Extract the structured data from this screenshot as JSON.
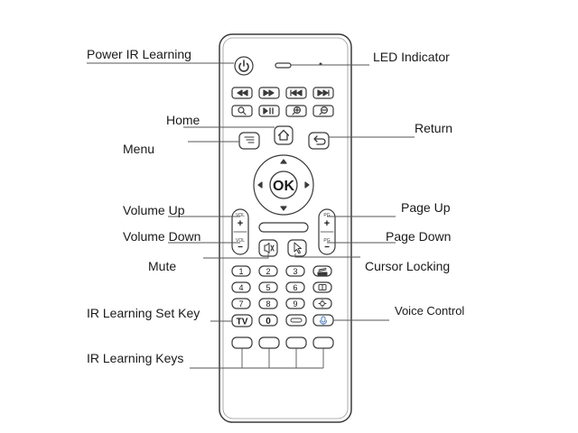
{
  "callouts": {
    "power_ir_learning": "Power IR Learning",
    "led_indicator": "LED Indicator",
    "home": "Home",
    "return": "Return",
    "menu": "Menu",
    "volume_up": "Volume Up",
    "page_up": "Page Up",
    "volume_down": "Volume Down",
    "page_down": "Page Down",
    "mute": "Mute",
    "cursor_locking": "Cursor Locking",
    "ir_learning_set_key": "IR Learning Set Key",
    "voice_control": "Voice Control",
    "ir_learning_keys": "IR Learning Keys"
  },
  "remote": {
    "ok_label": "OK",
    "vol_label": "VOL",
    "pg_label": "PG",
    "plus_sign": "+",
    "minus_sign": "−",
    "tv_label": "TV",
    "digits": [
      "1",
      "2",
      "3",
      "4",
      "5",
      "6",
      "7",
      "8",
      "9",
      "0"
    ]
  },
  "icons": {
    "power": "power-icon",
    "rewind": "rewind-icon",
    "fast_forward": "fast-forward-icon",
    "previous": "previous-track-icon",
    "next": "next-track-icon",
    "search": "search-icon",
    "play_pause": "play-pause-icon",
    "zoom_in": "zoom-in-icon",
    "zoom_out": "zoom-out-icon",
    "home": "home-icon",
    "menu": "menu-icon",
    "return": "return-icon",
    "mute": "mute-icon",
    "cursor": "cursor-icon",
    "microphone": "microphone-icon"
  },
  "colors": {
    "outline": "#3a3a3a",
    "leader": "#555555",
    "text": "#1a1a1a"
  }
}
